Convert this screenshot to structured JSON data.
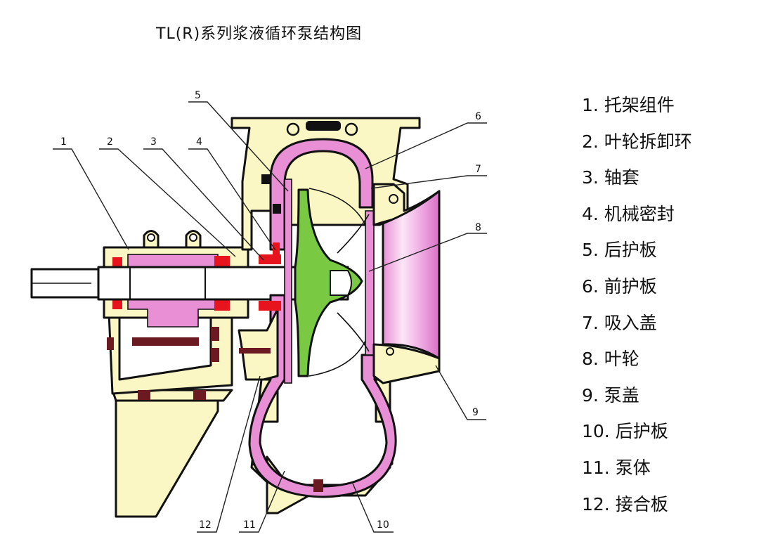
{
  "title": "TL(R)系列浆液循环泵结构图",
  "colors": {
    "casing": "#faf7c4",
    "liner": "#e88fd6",
    "impeller": "#7ac943",
    "seal": "#e8141d",
    "bolt": "#6b1a22",
    "outline": "#111111",
    "background": "#ffffff"
  },
  "callouts": [
    {
      "number": "1",
      "part": "托架组件"
    },
    {
      "number": "2",
      "part": "叶轮拆卸环"
    },
    {
      "number": "3",
      "part": "轴套"
    },
    {
      "number": "4",
      "part": "机械密封"
    },
    {
      "number": "5",
      "part": "后护板"
    },
    {
      "number": "6",
      "part": "前护板"
    },
    {
      "number": "7",
      "part": "吸入盖"
    },
    {
      "number": "8",
      "part": "叶轮"
    },
    {
      "number": "9",
      "part": "泵盖"
    },
    {
      "number": "10",
      "part": "后护板"
    },
    {
      "number": "11",
      "part": "泵体"
    },
    {
      "number": "12",
      "part": "接合板"
    }
  ],
  "legend": [
    "1. 托架组件",
    "2. 叶轮拆卸环",
    "3. 轴套",
    "4. 机械密封",
    "5. 后护板",
    "6. 前护板",
    "7. 吸入盖",
    "8. 叶轮",
    "9. 泵盖",
    "10. 后护板",
    "11. 泵体",
    "12. 接合板"
  ]
}
